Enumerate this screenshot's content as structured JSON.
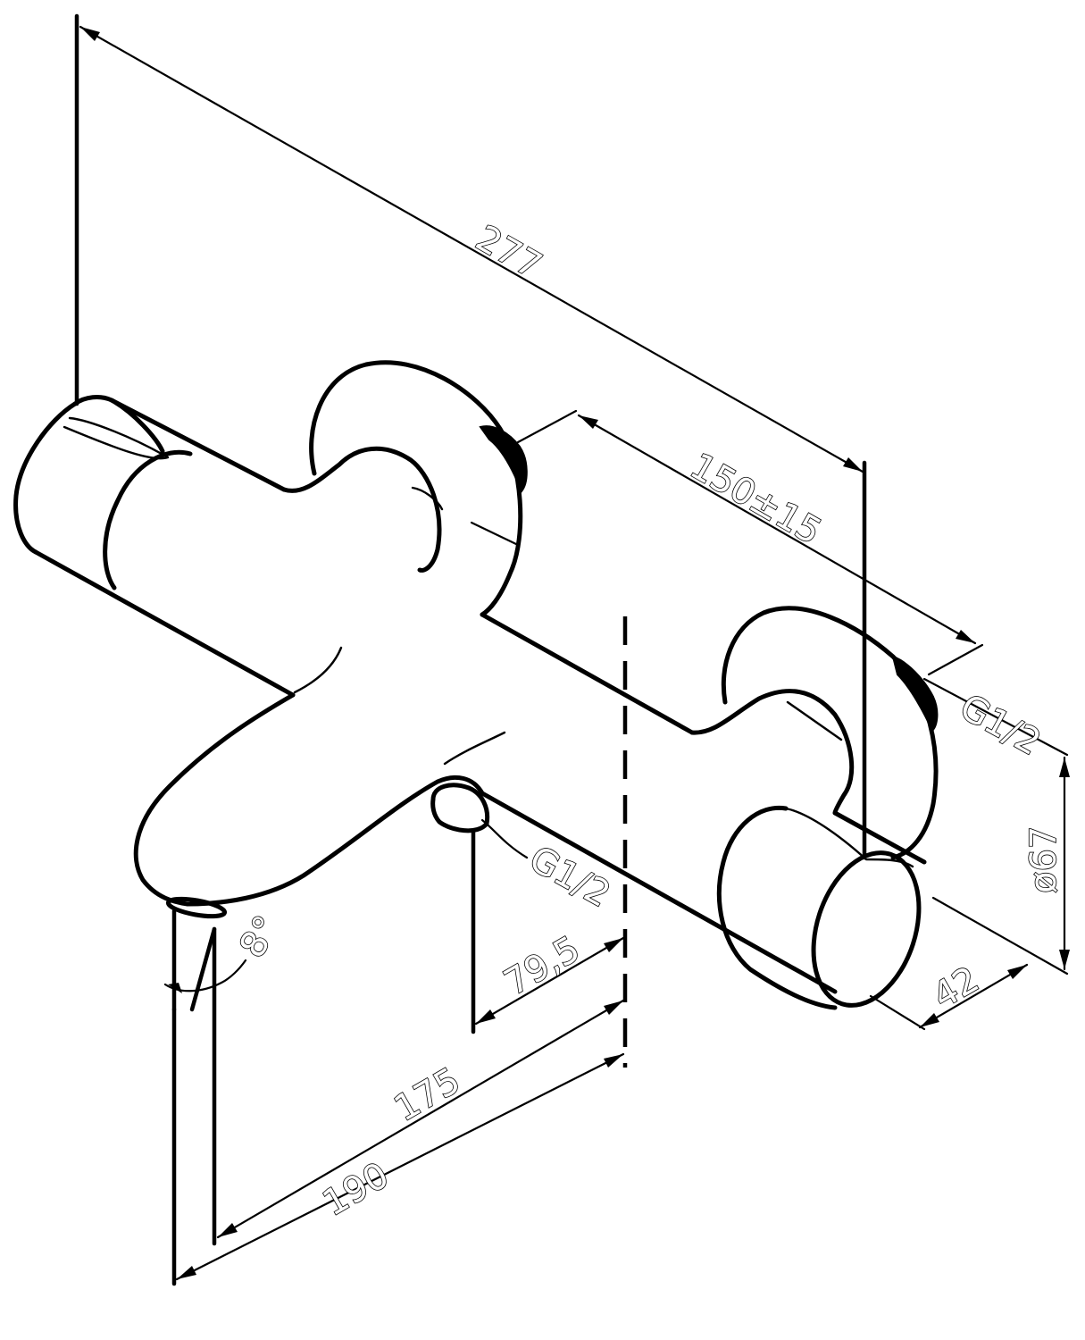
{
  "labels": {
    "overall_length": "277",
    "center_distance": "150±15",
    "inlet_thread_right": "G1/2",
    "outlet_thread": "G1/2",
    "body_diameter": "ø67",
    "wall_offset": "42",
    "spout_to_wall": "79,5",
    "spout_reach_1": "175",
    "spout_reach_2": "190",
    "spout_angle": "8°"
  },
  "colors": {
    "line": "#000000",
    "paper": "#ffffff"
  }
}
